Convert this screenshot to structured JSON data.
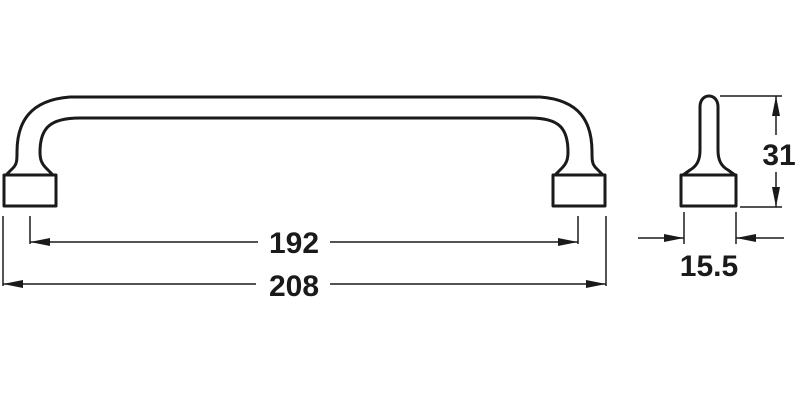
{
  "drawing": {
    "type": "cabinet-handle-dimension-drawing",
    "units": "mm",
    "line_color": "#1a1a1a",
    "background": "#ffffff"
  },
  "front_view": {
    "label": "front-view",
    "dimensions": {
      "hole_centers": {
        "value": "192",
        "description": "center-to-center distance"
      },
      "overall_length": {
        "value": "208",
        "description": "overall length"
      }
    }
  },
  "side_view": {
    "label": "side-view",
    "dimensions": {
      "height": {
        "value": "31",
        "description": "projection / height"
      },
      "width": {
        "value": "15.5",
        "description": "foot width"
      }
    }
  }
}
